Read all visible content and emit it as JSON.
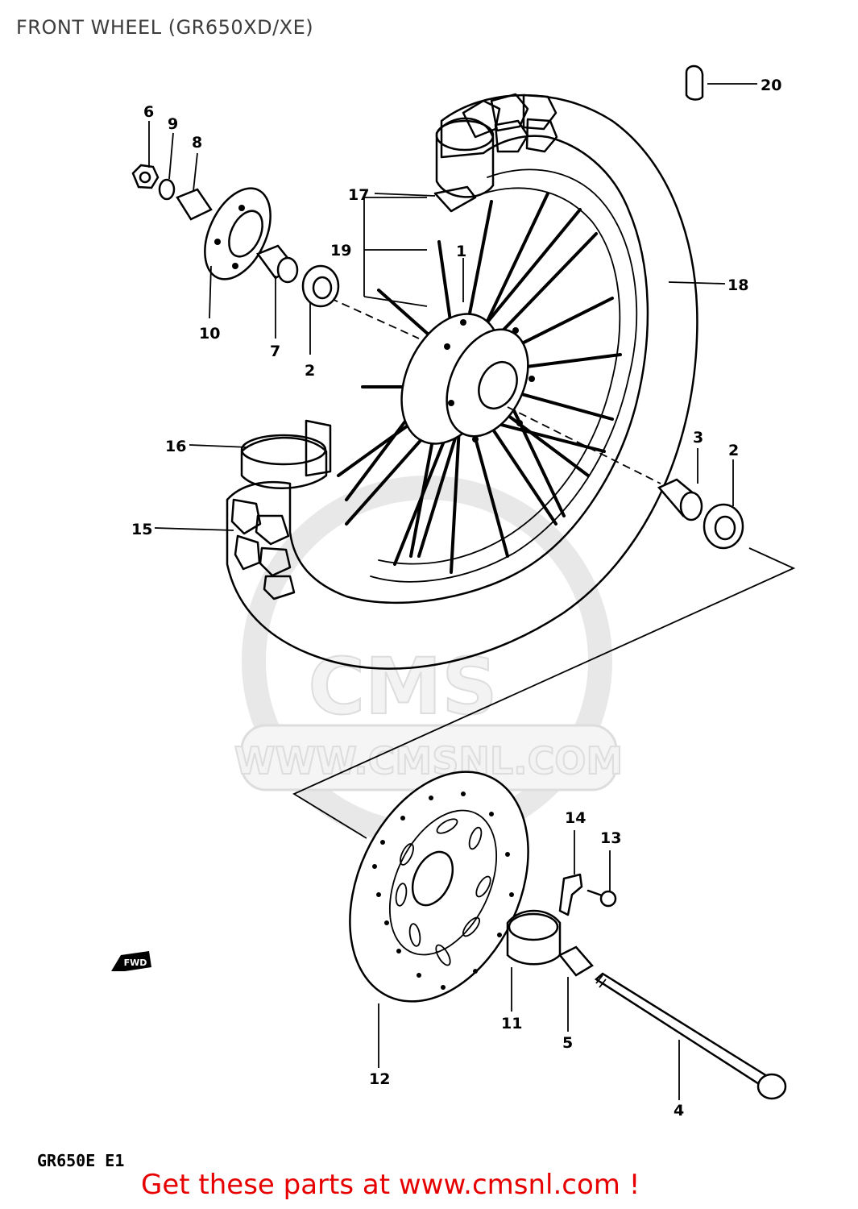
{
  "title": "FRONT WHEEL (GR650XD/XE)",
  "diagram_code": "GR650E E1",
  "cta": "Get these parts at www.cmsnl.com !",
  "watermark": {
    "brand": "CMS",
    "url": "WWW.CMSNL.COM"
  },
  "direction_badge": "FWD",
  "callouts": [
    {
      "id": "1",
      "label": "1"
    },
    {
      "id": "2a",
      "label": "2"
    },
    {
      "id": "2b",
      "label": "2"
    },
    {
      "id": "3",
      "label": "3"
    },
    {
      "id": "4",
      "label": "4"
    },
    {
      "id": "5",
      "label": "5"
    },
    {
      "id": "6",
      "label": "6"
    },
    {
      "id": "7",
      "label": "7"
    },
    {
      "id": "8",
      "label": "8"
    },
    {
      "id": "9",
      "label": "9"
    },
    {
      "id": "10",
      "label": "10"
    },
    {
      "id": "11",
      "label": "11"
    },
    {
      "id": "12",
      "label": "12"
    },
    {
      "id": "13",
      "label": "13"
    },
    {
      "id": "14",
      "label": "14"
    },
    {
      "id": "15",
      "label": "15"
    },
    {
      "id": "16",
      "label": "16"
    },
    {
      "id": "17",
      "label": "17"
    },
    {
      "id": "18",
      "label": "18"
    },
    {
      "id": "19",
      "label": "19"
    },
    {
      "id": "20",
      "label": "20"
    }
  ]
}
